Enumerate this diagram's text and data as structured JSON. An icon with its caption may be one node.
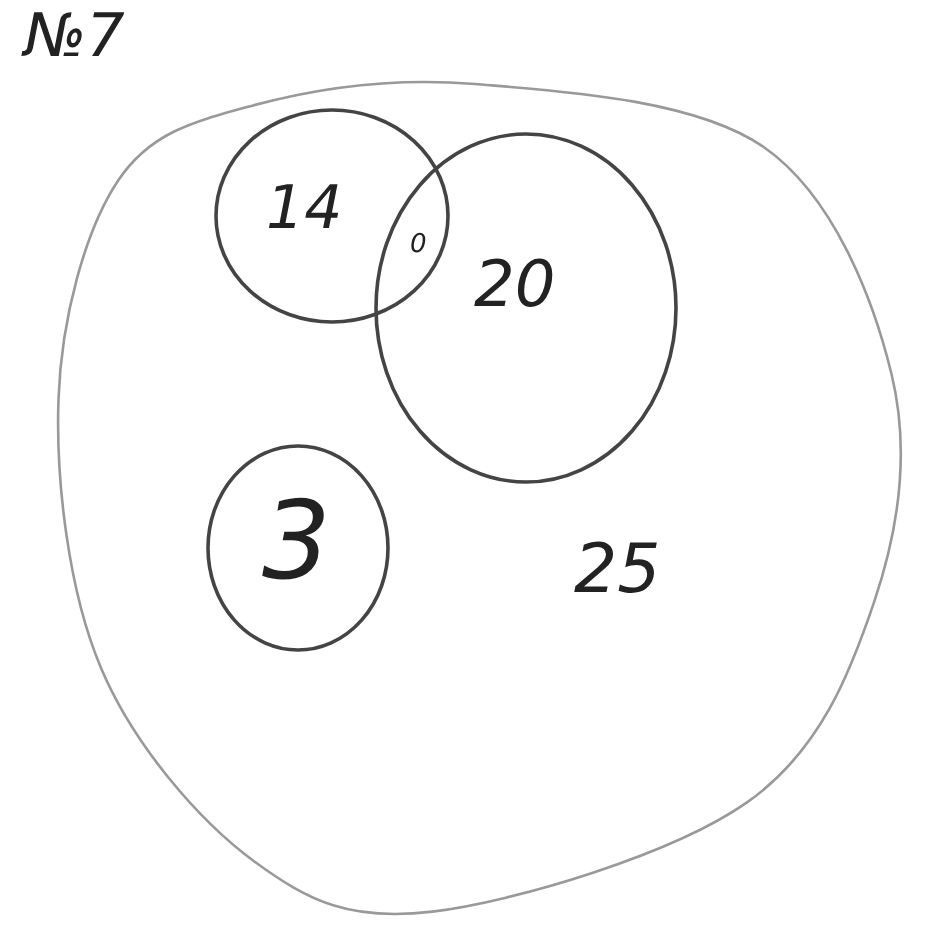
{
  "diagram": {
    "title": "№7",
    "nodes": [
      {
        "text": [
          "25"
        ]
      },
      {
        "text": [
          "14"
        ],
        "in": 0
      },
      {
        "text": [
          "20"
        ],
        "in": 0
      },
      {
        "text": [
          "3"
        ],
        "in": 0
      }
    ],
    "labels": [
      "0"
    ]
  }
}
